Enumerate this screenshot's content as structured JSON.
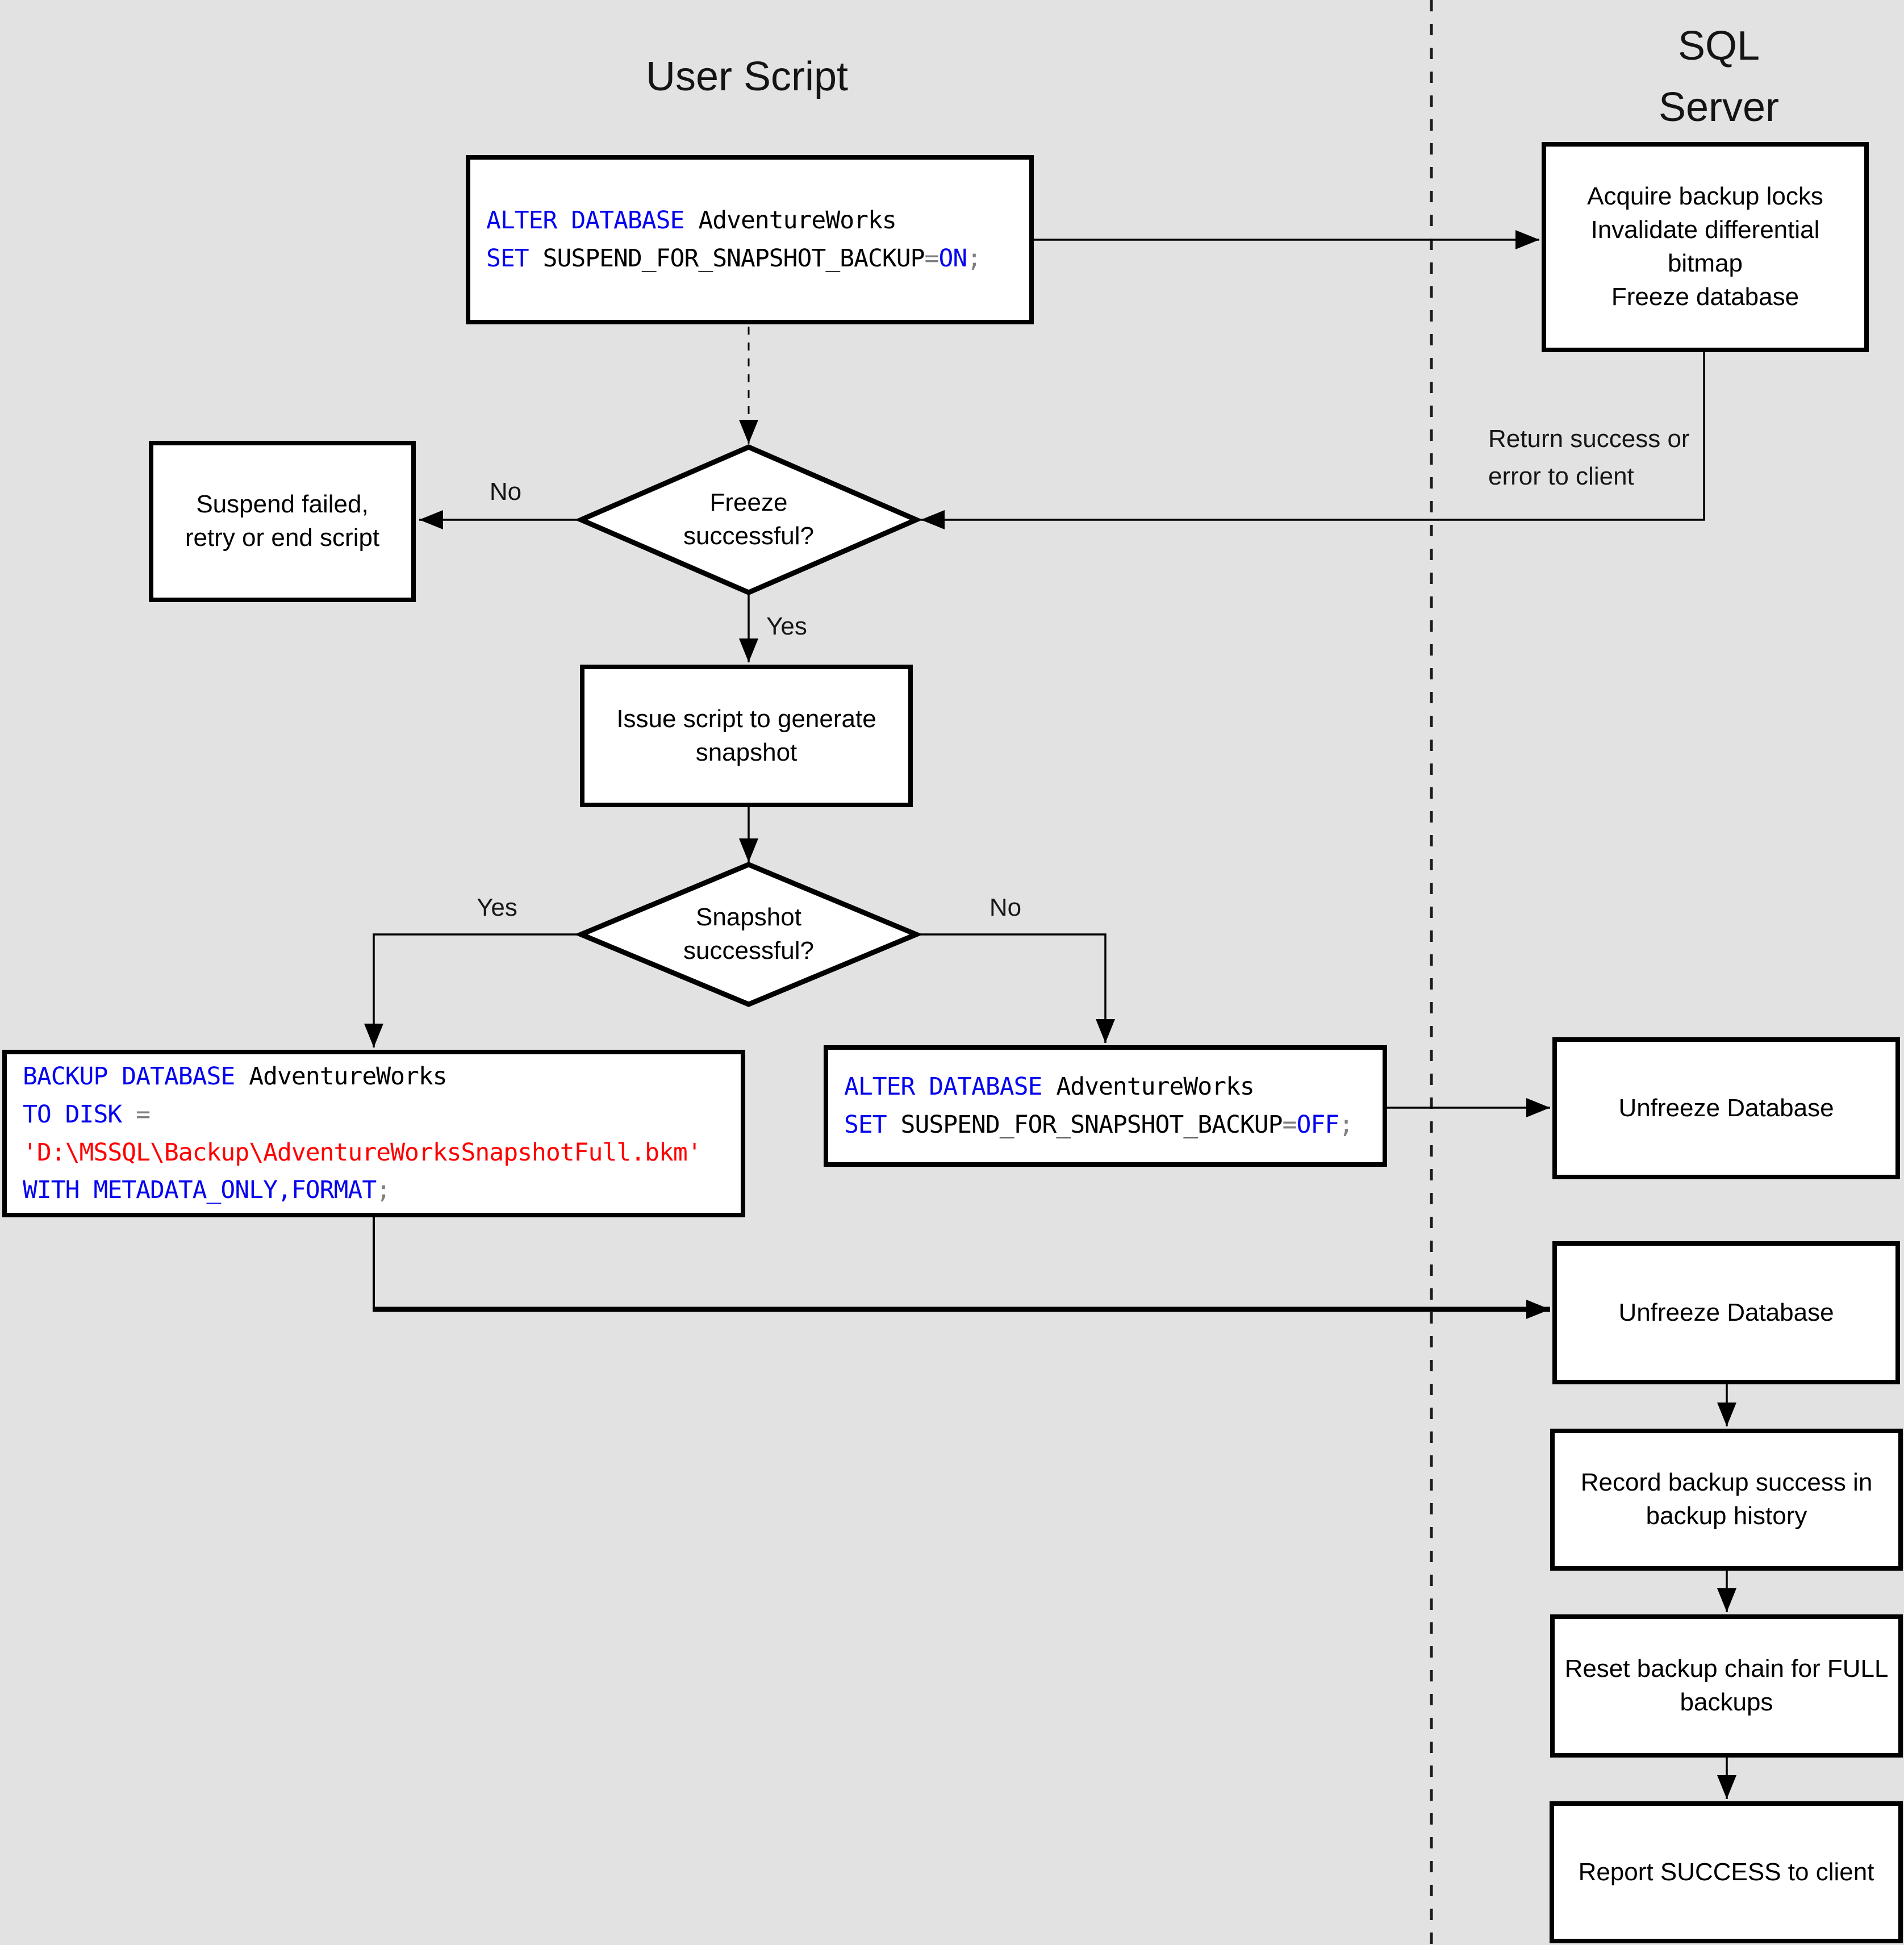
{
  "titles": {
    "left": "User Script",
    "right": "SQL Server"
  },
  "colors": {
    "background": "#e2e2e2",
    "box_fill": "#ffffff",
    "line": "#000000",
    "keyword": "#0404ee",
    "identifier": "#000000",
    "operator": "#7f7f7f",
    "string": "#ff0000"
  },
  "nodes": {
    "alter_on": {
      "lines": [
        [
          {
            "t": "ALTER DATABASE",
            "c": "kw"
          },
          {
            "t": " AdventureWorks",
            "c": "id"
          }
        ],
        [
          {
            "t": "SET",
            "c": "kw"
          },
          {
            "t": " SUSPEND_FOR_SNAPSHOT_BACKUP",
            "c": "id"
          },
          {
            "t": "=",
            "c": "op"
          },
          {
            "t": "ON",
            "c": "kw"
          },
          {
            "t": ";",
            "c": "op"
          }
        ]
      ]
    },
    "acquire": {
      "label": "Acquire backup locks\nInvalidate differential\nbitmap\nFreeze database"
    },
    "freeze_decision": {
      "label": "Freeze\nsuccessful?"
    },
    "suspend_failed": {
      "label": "Suspend failed,\nretry or end script"
    },
    "issue_script": {
      "label": "Issue script to generate\nsnapshot"
    },
    "snapshot_decision": {
      "label": "Snapshot\nsuccessful?"
    },
    "backup_cmd": {
      "lines": [
        [
          {
            "t": "BACKUP DATABASE",
            "c": "kw"
          },
          {
            "t": " AdventureWorks",
            "c": "id"
          }
        ],
        [
          {
            "t": "TO DISK",
            "c": "kw"
          },
          {
            "t": " =",
            "c": "op"
          }
        ],
        [
          {
            "t": "'D:\\MSSQL\\Backup\\AdventureWorksSnapshotFull.bkm'",
            "c": "str"
          }
        ],
        [
          {
            "t": "WITH METADATA_ONLY,FORMAT",
            "c": "kw"
          },
          {
            "t": ";",
            "c": "op"
          }
        ]
      ]
    },
    "alter_off": {
      "lines": [
        [
          {
            "t": "ALTER DATABASE",
            "c": "kw"
          },
          {
            "t": " AdventureWorks",
            "c": "id"
          }
        ],
        [
          {
            "t": "SET",
            "c": "kw"
          },
          {
            "t": " SUSPEND_FOR_SNAPSHOT_BACKUP",
            "c": "id"
          },
          {
            "t": "=",
            "c": "op"
          },
          {
            "t": "OFF",
            "c": "kw"
          },
          {
            "t": ";",
            "c": "op"
          }
        ]
      ]
    },
    "unfreeze_1": {
      "label": "Unfreeze Database"
    },
    "unfreeze_2": {
      "label": "Unfreeze Database"
    },
    "record_history": {
      "label": "Record backup success in\nbackup history"
    },
    "reset_chain": {
      "label": "Reset backup chain for FULL\nbackups"
    },
    "report_success": {
      "label": "Report SUCCESS to client"
    }
  },
  "edge_labels": {
    "return_status": "Return success or\nerror to client",
    "freeze_no": "No",
    "freeze_yes": "Yes",
    "snapshot_yes": "Yes",
    "snapshot_no": "No"
  }
}
